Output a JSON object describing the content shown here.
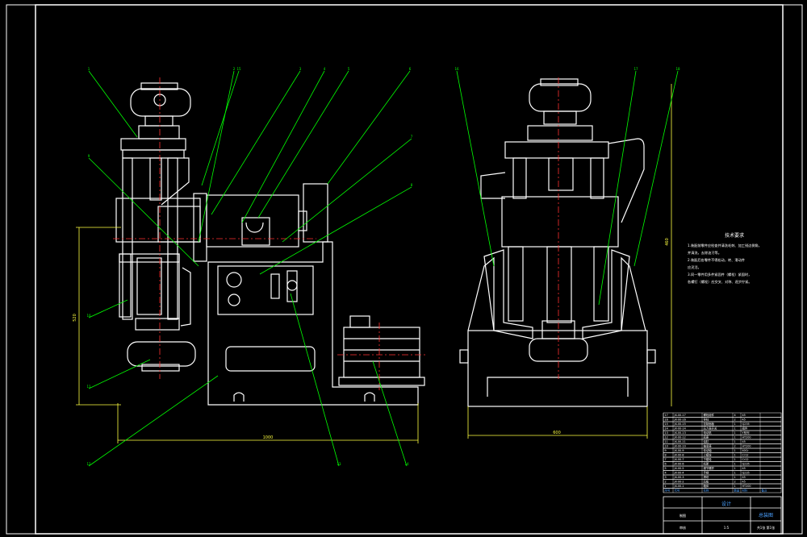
{
  "colors": {
    "background": "#000000",
    "outline": "#ffffff",
    "leader": "#00ff00",
    "center_line": "#ff3030",
    "dimension": "#ffff40",
    "title_block_text": "#4aa0ff"
  },
  "notes": {
    "title": "技术要求",
    "lines": [
      "1.装配前零件应检查并清洗毛刺、加工锐边倒角，",
      "  并清洗，去除油污等。",
      "2.装配后各零件不得松动，转、滑动件",
      "  应灵活。",
      "3.同一零件用多件紧固件（螺栓）紧固时，",
      "  各螺钉（螺栓）应交叉、对称、逐步拧紧。"
    ]
  },
  "callouts_left": [
    "1",
    "2",
    "3",
    "4",
    "5",
    "6",
    "7",
    "8",
    "9",
    "10",
    "11",
    "12",
    "13",
    "14",
    "15"
  ],
  "callouts_right": [
    "16",
    "17",
    "18"
  ],
  "dimensions": {
    "left_width": "1000",
    "left_height": "520",
    "right_width": "600",
    "right_height": "460"
  },
  "parts_list": [
    {
      "no": "17",
      "code": "JX-00-17",
      "name": "螺栓组件",
      "qty": "4",
      "material": "45"
    },
    {
      "no": "16",
      "code": "JX-00-16",
      "name": "导柱",
      "qty": "2",
      "material": "45"
    },
    {
      "no": "15",
      "code": "JX-00-15",
      "name": "控制面板",
      "qty": "1",
      "material": "Q235"
    },
    {
      "no": "14",
      "code": "JX-00-14",
      "name": "压力表开关",
      "qty": "1",
      "material": "组件"
    },
    {
      "no": "13",
      "code": "JX-00-13",
      "name": "电动机",
      "qty": "1",
      "material": "Y系列"
    },
    {
      "no": "12",
      "code": "JX-00-12",
      "name": "底座",
      "qty": "1",
      "material": "HT200"
    },
    {
      "no": "11",
      "code": "JX-00-11",
      "name": "油缸",
      "qty": "1",
      "material": "45"
    },
    {
      "no": "10",
      "code": "JX-00-10",
      "name": "轴承座",
      "qty": "2",
      "material": "HT200"
    },
    {
      "no": "9",
      "code": "JX-00-9",
      "name": "传动轴",
      "qty": "1",
      "material": "40Cr"
    },
    {
      "no": "8",
      "code": "JX-00-8",
      "name": "上模轮",
      "qty": "1",
      "material": "Cr12"
    },
    {
      "no": "7",
      "code": "JX-00-7",
      "name": "下模轮",
      "qty": "1",
      "material": "Cr12"
    },
    {
      "no": "6",
      "code": "JX-00-6",
      "name": "机架",
      "qty": "1",
      "material": "Q235"
    },
    {
      "no": "5",
      "code": "JX-00-5",
      "name": "调节螺杆",
      "qty": "1",
      "material": "45"
    },
    {
      "no": "4",
      "code": "JX-00-4",
      "name": "手柄",
      "qty": "1",
      "material": "Q235"
    },
    {
      "no": "3",
      "code": "JX-00-3",
      "name": "滑块",
      "qty": "1",
      "material": "45"
    },
    {
      "no": "2",
      "code": "JX-00-2",
      "name": "压板",
      "qty": "2",
      "material": "45"
    },
    {
      "no": "1",
      "code": "JX-00-1",
      "name": "箱体",
      "qty": "1",
      "material": "HT200"
    }
  ],
  "parts_header": [
    "序号",
    "代号",
    "名称",
    "数量",
    "材料",
    "备注"
  ],
  "title_block": {
    "drawing_name": "总装图",
    "school": "设计",
    "designer": "制图",
    "checker": "审核",
    "scale": "1:5",
    "sheet": "共1张 第1张"
  }
}
